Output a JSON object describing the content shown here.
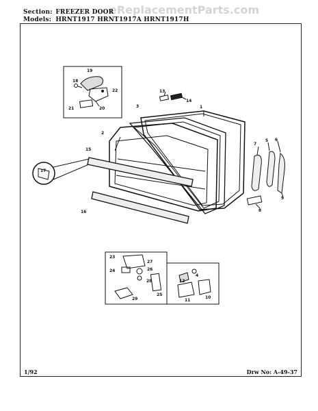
{
  "watermark": "eReplacementParts.com",
  "header": {
    "section_label": "Section:",
    "section_value": "FREEZER DOOR",
    "models_label": "Models:",
    "models_value": "HRNT1917  HRNT1917A  HRNT1917H"
  },
  "footer": {
    "date": "1/92",
    "drawing_no": "Drw No: A-49-37"
  },
  "callouts": {
    "c2": "2",
    "c3": "3",
    "c1": "1",
    "c4": "4",
    "c5": "5",
    "c6": "6",
    "c7": "7",
    "c8": "8",
    "c9": "9",
    "c10": "10",
    "c11": "11",
    "c12": "12",
    "c13": "13",
    "c14": "14",
    "c15": "15",
    "c16": "16",
    "c17": "17",
    "c18": "18",
    "c19": "19",
    "c20": "20",
    "c21": "21",
    "c22": "22",
    "c23": "23",
    "c24": "24",
    "c25": "25",
    "c26": "26",
    "c27": "27",
    "c28": "28",
    "c29": "29"
  }
}
